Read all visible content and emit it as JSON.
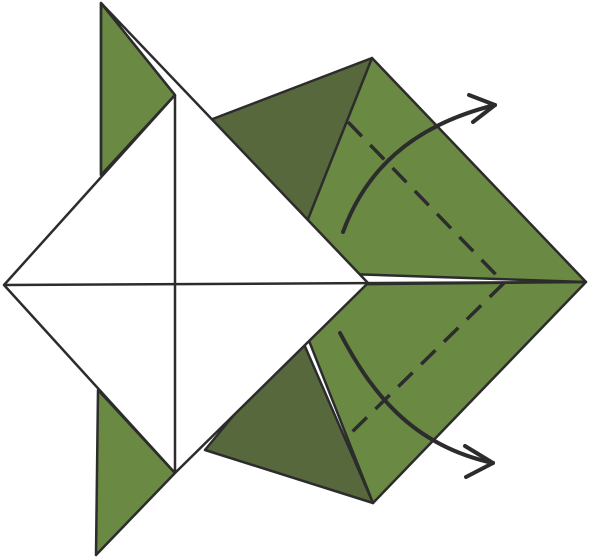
{
  "diagram": {
    "kind": "origami-fold-instruction",
    "colors": {
      "paper_light": "#6a8a43",
      "paper_dark": "#58683d",
      "paper_white": "#ffffff",
      "line": "#2c2c2c"
    },
    "instructions": [
      {
        "fold": "valley",
        "style": "dashed",
        "direction": "upper-right"
      },
      {
        "fold": "valley",
        "style": "dashed",
        "direction": "lower-right"
      }
    ],
    "icons": {
      "upper_arrow": "curved-arrow-up-right-icon",
      "lower_arrow": "curved-arrow-down-right-icon"
    }
  }
}
